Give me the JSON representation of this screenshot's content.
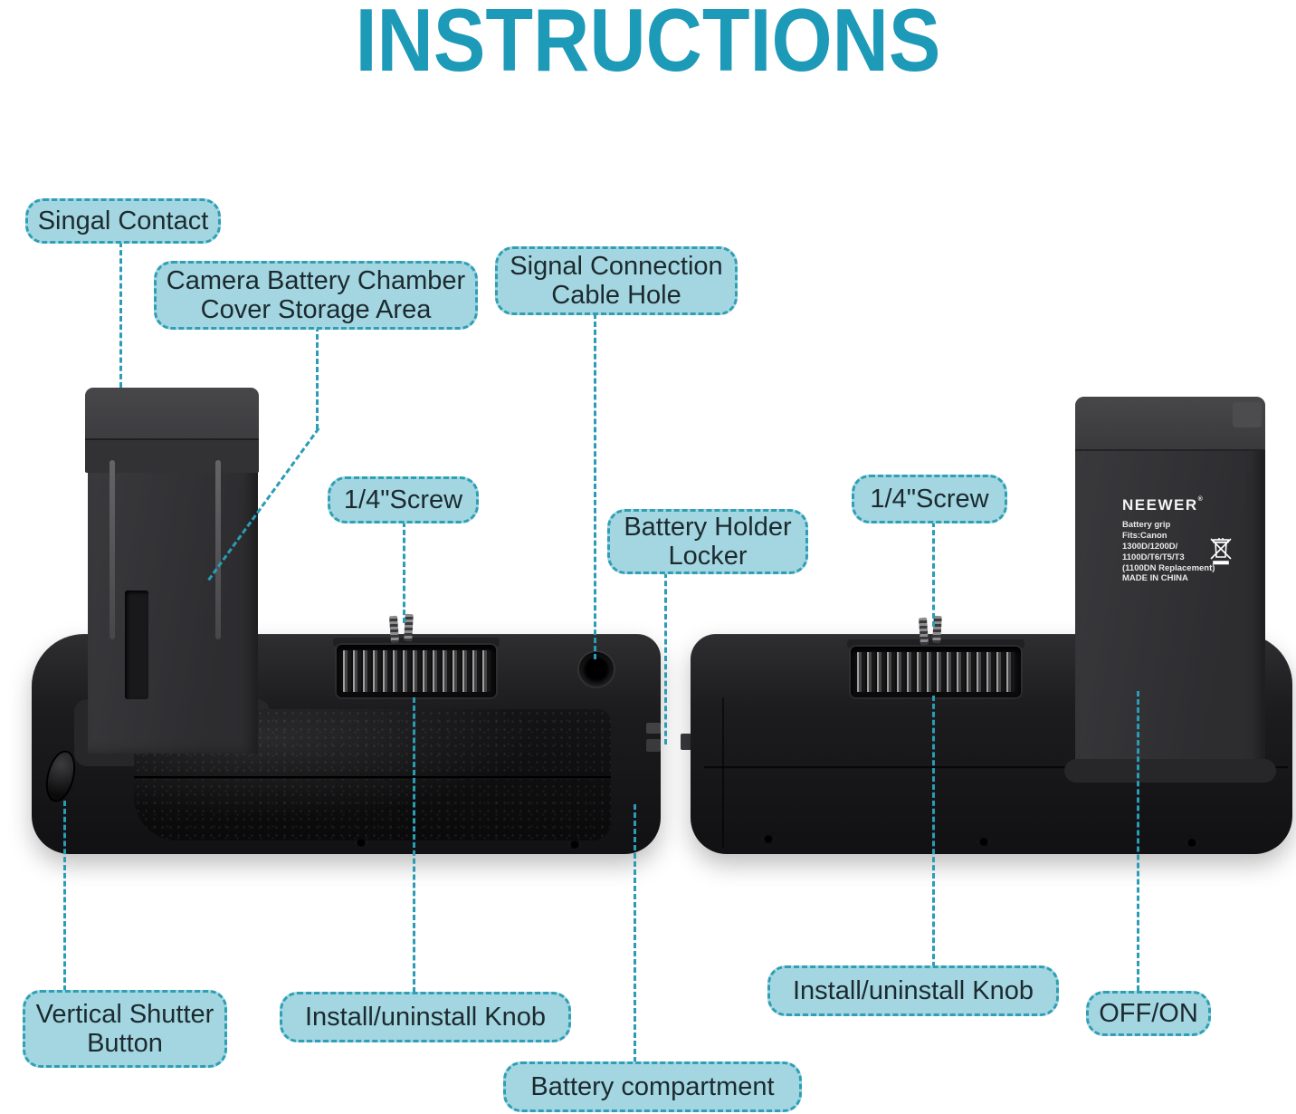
{
  "title": "INSTRUCTIONS",
  "colors": {
    "accent_teal": "#1d9ab8",
    "callout_bg": "#a3d6e0",
    "callout_border": "#2e9fb4",
    "callout_text": "#1c2a30",
    "product_black": "#141416"
  },
  "callouts": {
    "singal_contact": {
      "text": "Singal Contact"
    },
    "camera_chamber": {
      "line1": "Camera Battery Chamber",
      "line2": "Cover Storage Area"
    },
    "signal_cable_hole": {
      "line1": "Signal Connection",
      "line2": "Cable Hole"
    },
    "screw_left": {
      "text": "1/4\"Screw"
    },
    "screw_right": {
      "text": "1/4\"Screw"
    },
    "battery_holder_locker": {
      "line1": "Battery Holder",
      "line2": "Locker"
    },
    "vertical_shutter_button": {
      "line1": "Vertical Shutter",
      "line2": "Button"
    },
    "install_uninstall_knob_left": {
      "text": "Install/uninstall Knob"
    },
    "install_uninstall_knob_right": {
      "text": "Install/uninstall Knob"
    },
    "battery_compartment": {
      "text": "Battery compartment"
    },
    "off_on": {
      "text": "OFF/ON"
    }
  },
  "product_label": {
    "brand": "NEEWER",
    "registered_mark": "®",
    "lines": [
      "Battery grip",
      "Fits:Canon",
      "1300D/1200D/",
      "1100D/T6/T5/T3",
      "(1100DN Replacement)",
      "MADE IN CHINA"
    ]
  }
}
